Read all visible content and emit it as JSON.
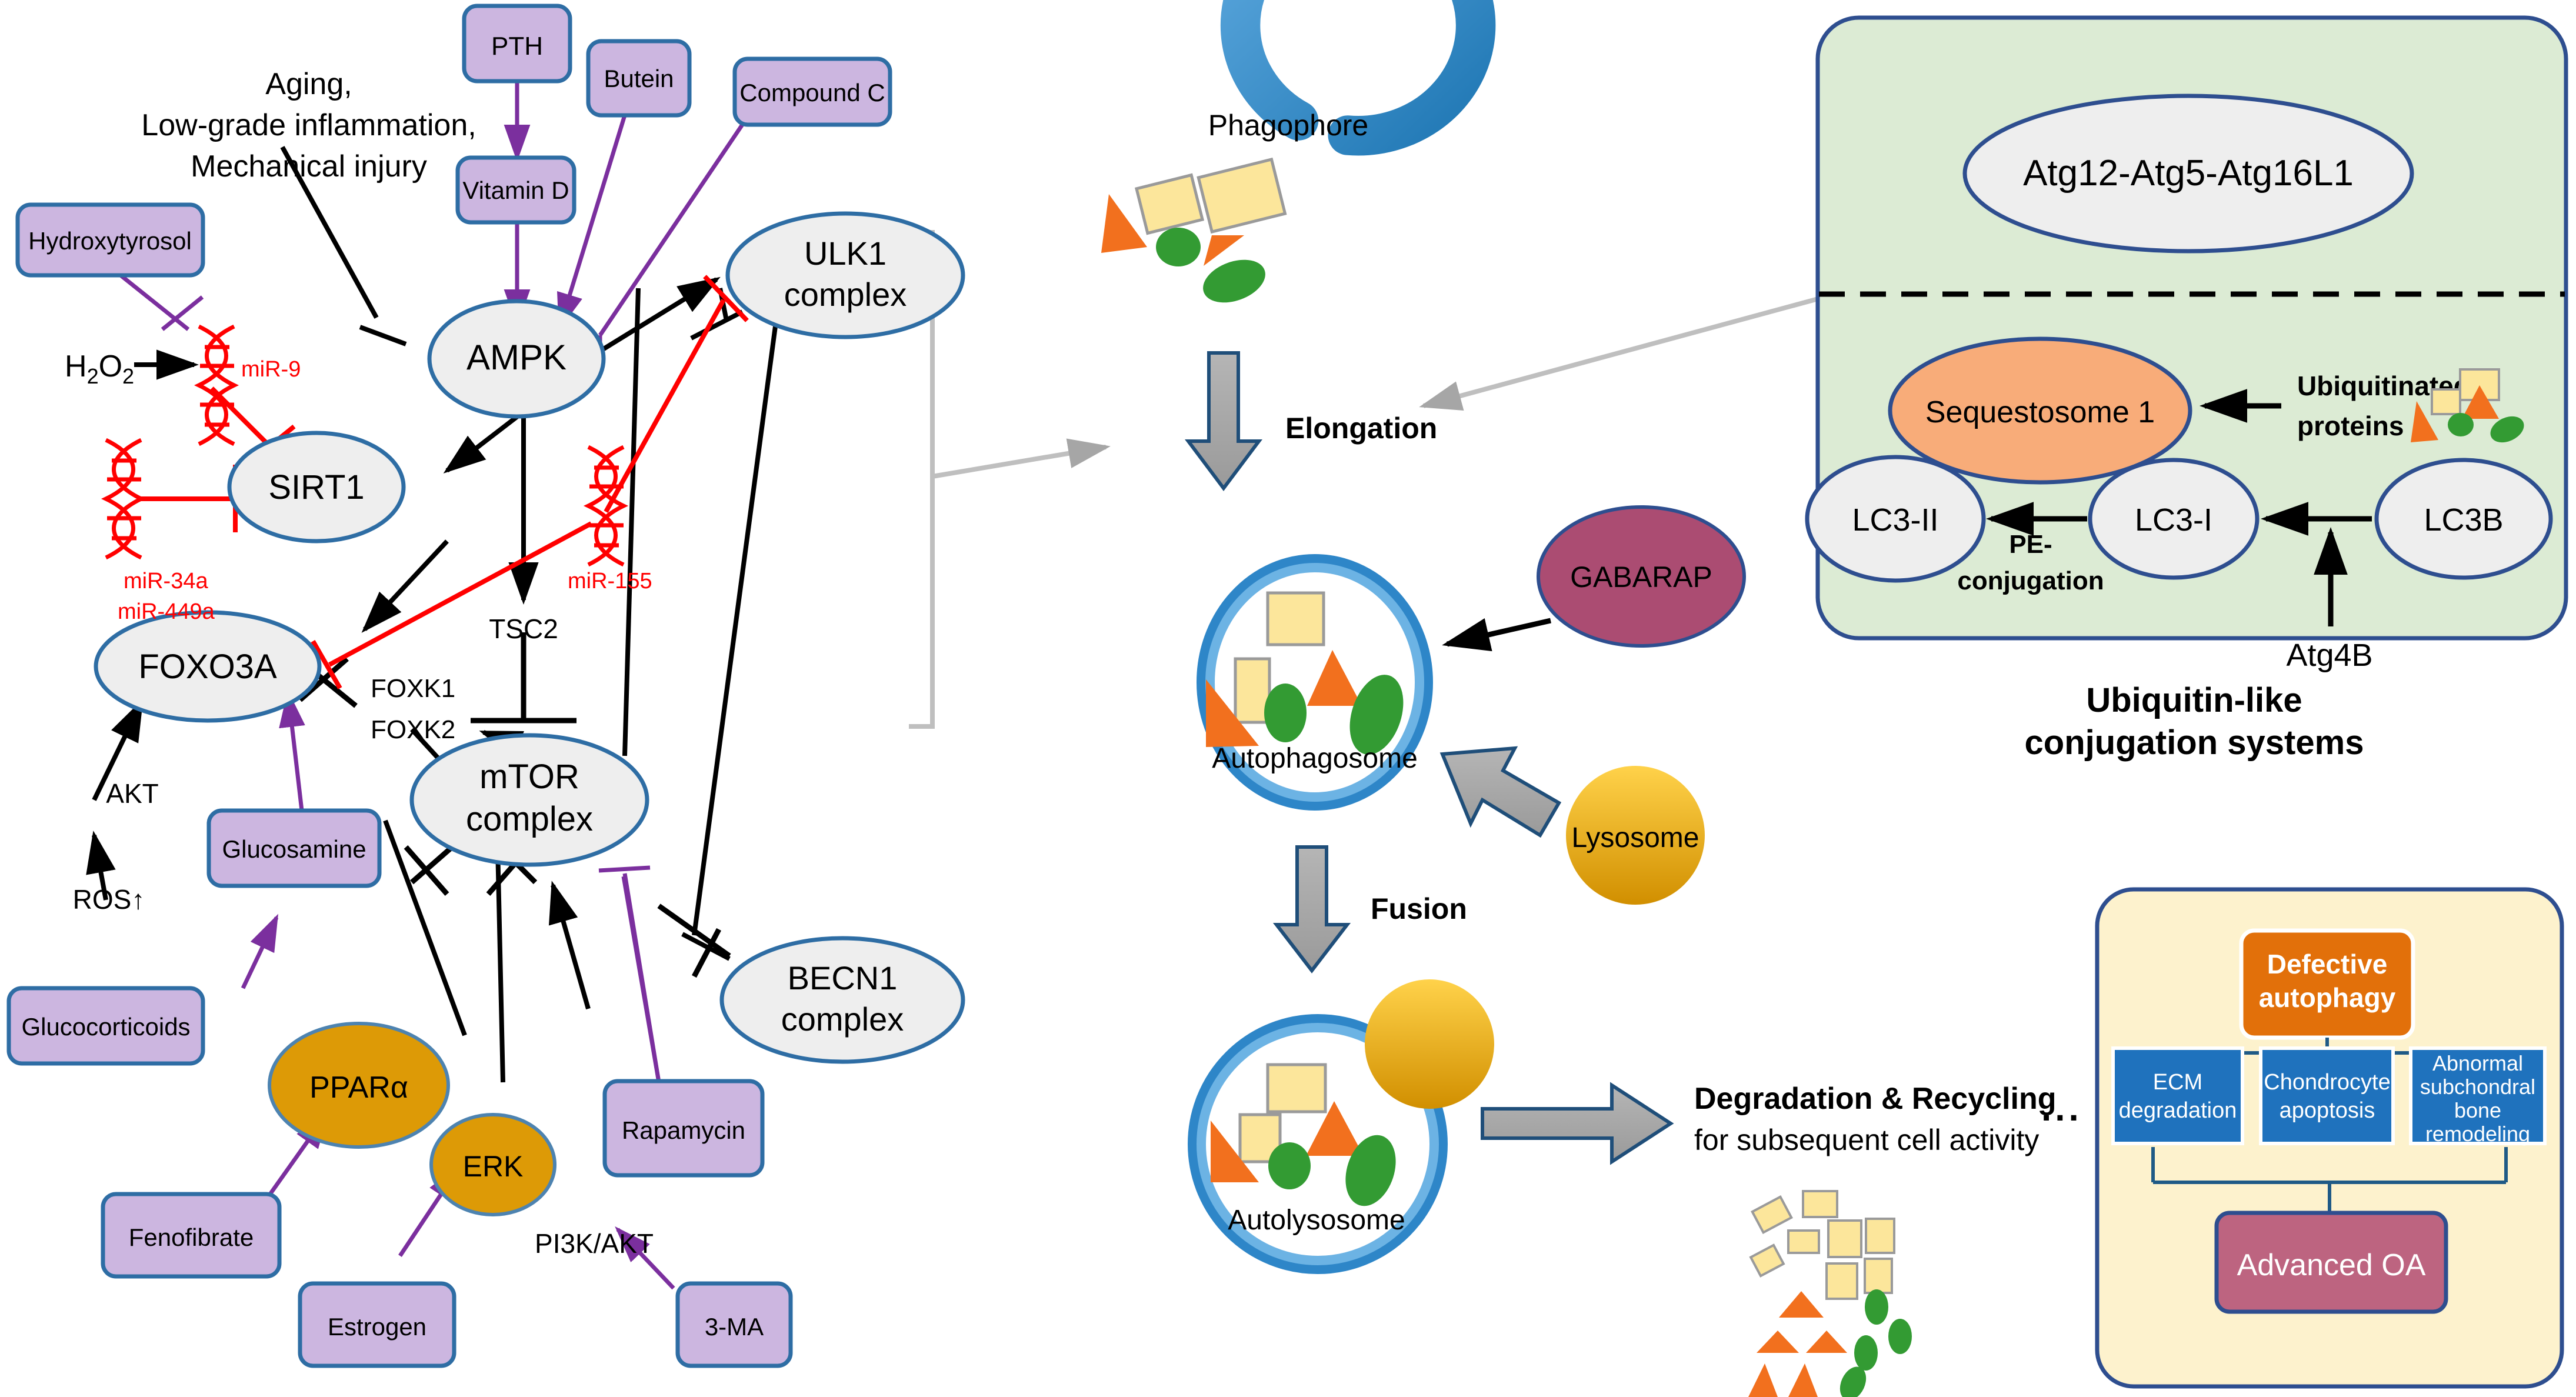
{
  "left_panel": {
    "stimuli_text": [
      "Aging,",
      "Low-grade inflammation,",
      "Mechanical injury"
    ],
    "drug_boxes": [
      {
        "id": "pth",
        "label": "PTH"
      },
      {
        "id": "vitamin-d",
        "label": "Vitamin D"
      },
      {
        "id": "butein",
        "label": "Butein"
      },
      {
        "id": "compound-c",
        "label": "Compound C"
      },
      {
        "id": "hydroxytyrosol",
        "label": "Hydroxytyrosol"
      },
      {
        "id": "glucosamine",
        "label": "Glucosamine"
      },
      {
        "id": "glucocorticoids",
        "label": "Glucocorticoids"
      },
      {
        "id": "rapamycin",
        "label": "Rapamycin"
      },
      {
        "id": "fenofibrate",
        "label": "Fenofibrate"
      },
      {
        "id": "estrogen",
        "label": "Estrogen"
      },
      {
        "id": "3-ma",
        "label": "3-MA"
      }
    ],
    "protein_nodes": [
      {
        "id": "ampk",
        "label": "AMPK"
      },
      {
        "id": "sirt1",
        "label": "SIRT1"
      },
      {
        "id": "foxo3a",
        "label": "FOXO3A"
      },
      {
        "id": "ulk1",
        "label_1": "ULK1",
        "label_2": "complex"
      },
      {
        "id": "mtor",
        "label_1": "mTOR",
        "label_2": "complex"
      },
      {
        "id": "becn1",
        "label_1": "BECN1",
        "label_2": "complex"
      }
    ],
    "gold_nodes": [
      {
        "id": "ppara",
        "label": "PPARα"
      },
      {
        "id": "erk",
        "label": "ERK"
      }
    ],
    "mirna_labels": [
      {
        "id": "mir-9",
        "label": "miR-9"
      },
      {
        "id": "mir-34a",
        "label": "miR-34a"
      },
      {
        "id": "mir-449a",
        "label": "miR-449a"
      },
      {
        "id": "mir-155",
        "label": "miR-155"
      }
    ],
    "plain_labels": [
      {
        "id": "h2o2",
        "label": "H2O2"
      },
      {
        "id": "tsc2",
        "label": "TSC2"
      },
      {
        "id": "foxk1",
        "label": "FOXK1"
      },
      {
        "id": "foxk2",
        "label": "FOXK2"
      },
      {
        "id": "akt",
        "label": "AKT"
      },
      {
        "id": "ros",
        "label": "ROS↑"
      },
      {
        "id": "pi3k-akt",
        "label": "PI3K/AKT"
      }
    ]
  },
  "center_panel": {
    "phagophore_label": "Phagophore",
    "elongation_label": "Elongation",
    "autophagosome_label": "Autophagosome",
    "gabarap_label": "GABARAP",
    "lysosome_label": "Lysosome",
    "fusion_label": "Fusion",
    "autolysosome_label": "Autolysosome",
    "degradation_line1": "Degradation & Recycling",
    "degradation_line2": "for subsequent cell activity",
    "ellipsis": "..."
  },
  "conjugation_panel": {
    "atg_complex_label": "Atg12-Atg5-Atg16L1",
    "sequestosome_label": "Sequestosome 1",
    "ubiquitinated_line1": "Ubiquitinated",
    "ubiquitinated_line2": "proteins",
    "lc3ii_label": "LC3-II",
    "lc3i_label": "LC3-I",
    "lc3b_label": "LC3B",
    "pe_line1": "PE-",
    "pe_line2": "conjugation",
    "atg4b_label": "Atg4B",
    "caption_line1": "Ubiquitin-like",
    "caption_line2": "conjugation systems"
  },
  "outcome_panel": {
    "defective_line1": "Defective",
    "defective_line2": "autophagy",
    "boxes": [
      {
        "id": "ecm",
        "lines": [
          "ECM",
          "degradation"
        ]
      },
      {
        "id": "chondro",
        "lines": [
          "Chondrocyte",
          "apoptosis"
        ]
      },
      {
        "id": "subchondral",
        "lines": [
          "Abnormal",
          "subchondral",
          "bone",
          "remodeling"
        ]
      }
    ],
    "advanced_oa_label": "Advanced OA"
  },
  "colors": {
    "drug_fill": "#ccb6e0",
    "drug_stroke": "#2e6da4",
    "protein_fill": "#eeeeee",
    "protein_stroke": "#2e6da4",
    "gold_fill": "#dd9a06",
    "purple_arrow": "#7b2f9e",
    "red_mirna": "#ff0000",
    "black_arrow": "#000000",
    "grey_arrow": "#a6a6a6",
    "green_panel": "#dcebd4",
    "orange_ellipse": "#f8ac79",
    "magenta_ellipse": "#ab4c72",
    "vesicle_blue": "#2e86c8",
    "vesicle_blue_light": "#6cb3e4",
    "lysosome_yellow": "#ffc000",
    "cargo_yellow": "#fce69b",
    "cargo_orange": "#f2701e",
    "cargo_green": "#339b33",
    "outcome_panel_fill": "#fdf2cd",
    "outcome_orange": "#e2700a",
    "outcome_blue": "#1f72bd",
    "outcome_pink": "#bd6480"
  }
}
